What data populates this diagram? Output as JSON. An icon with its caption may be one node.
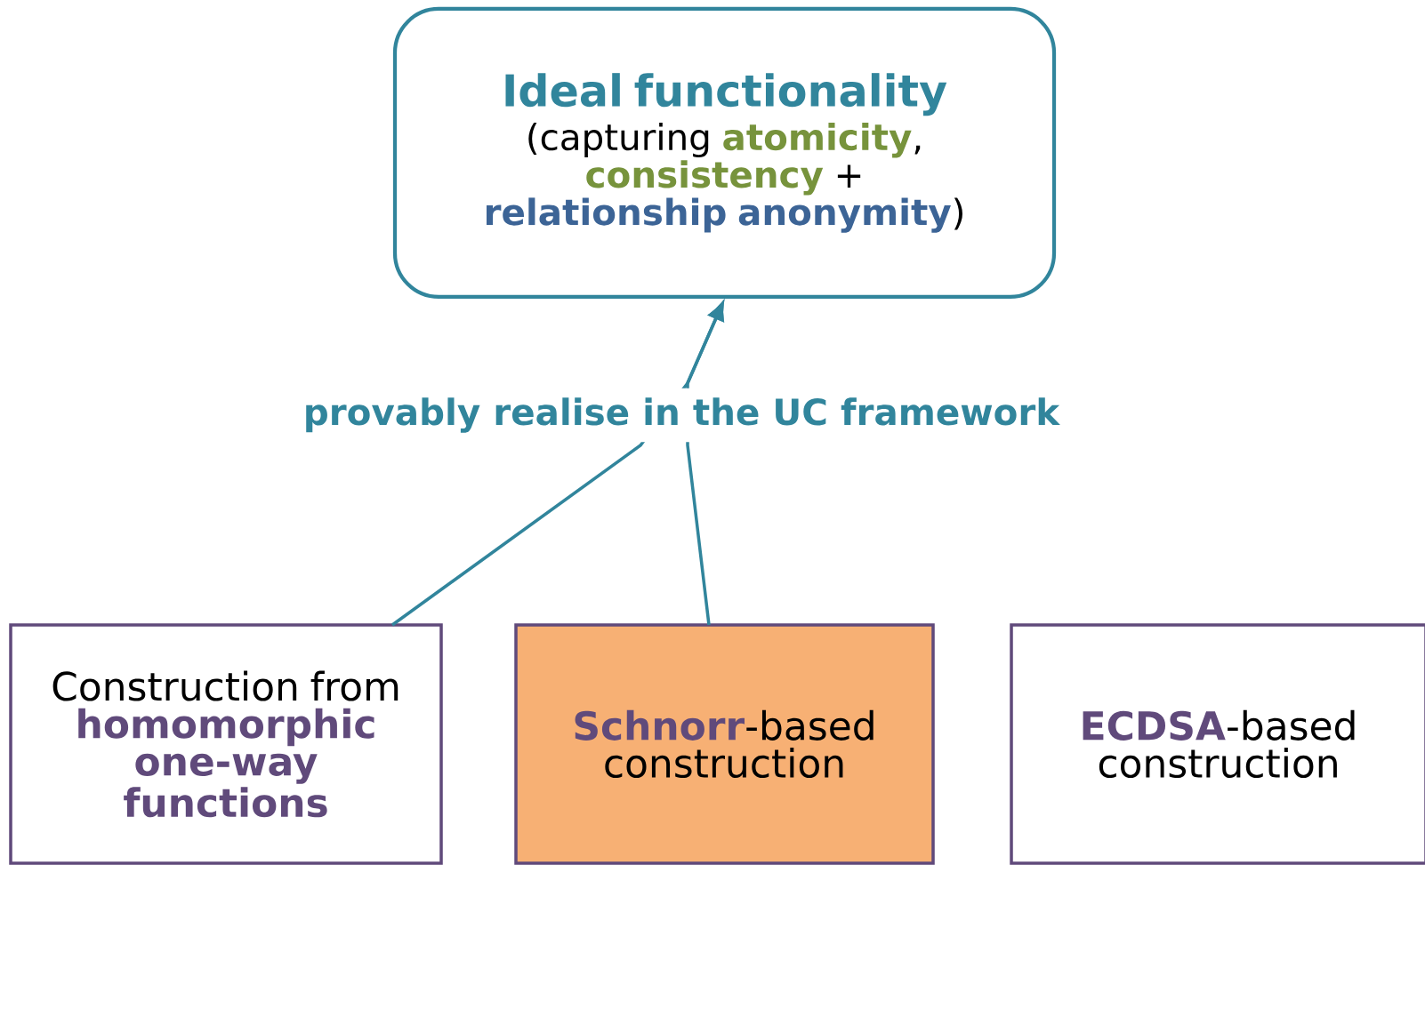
{
  "diagram": {
    "nodes": [
      {
        "text": [
          "Ideal functionality",
          "(capturing **atomicity**, **consistency** + **relationship anonymity**)"
        ]
      },
      {
        "text": [
          "Construction from **homomorphic one-way functions**"
        ]
      },
      {
        "text": [
          "**Schnorr**-based construction"
        ]
      },
      {
        "text": [
          "**ECDSA**-based construction"
        ]
      }
    ],
    "edges": [
      {
        "from": 1,
        "to": 0,
        "arrow": "to"
      },
      {
        "from": 2,
        "to": 0,
        "arrow": "to",
        "label": "provably realise in the UC framework"
      }
    ]
  }
}
